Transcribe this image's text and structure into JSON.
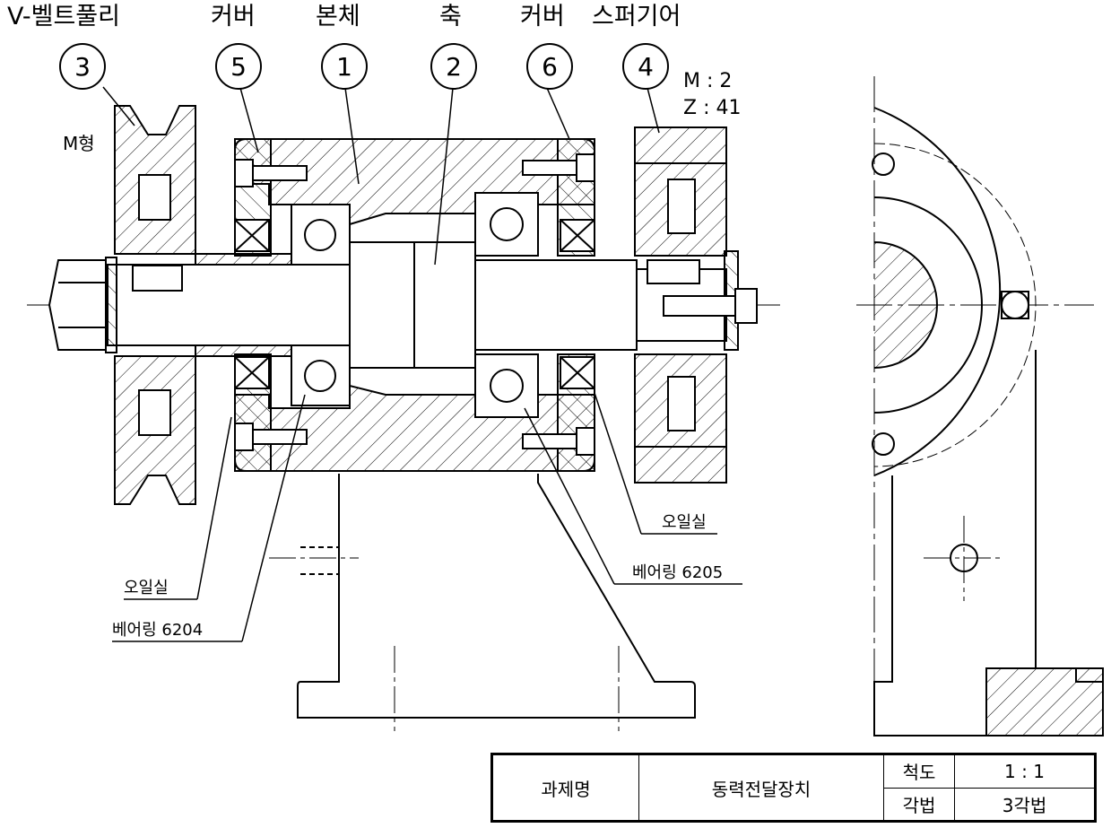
{
  "part_labels": {
    "v_belt_pulley": "V-벨트풀리",
    "cover_left": "커버",
    "body": "본체",
    "shaft": "축",
    "cover_right": "커버",
    "spur_gear": "스퍼기어"
  },
  "balloons": {
    "v_belt_pulley": "3",
    "cover_left": "5",
    "body": "1",
    "shaft": "2",
    "cover_right": "6",
    "spur_gear": "4"
  },
  "gear_spec": {
    "module": "M : 2",
    "teeth": "Z : 41"
  },
  "pulley_type": "M형",
  "callouts": {
    "oil_seal_right": "오일실",
    "bearing_right": "베어링 6205",
    "oil_seal_left": "오일실",
    "bearing_left": "베어링 6204"
  },
  "title_block": {
    "project_label": "과제명",
    "project_value": "동력전달장치",
    "scale_label": "척도",
    "scale_value": "1 : 1",
    "projection_label": "각법",
    "projection_value": "3각법"
  },
  "colors": {
    "line": "#000000",
    "background": "#ffffff"
  }
}
